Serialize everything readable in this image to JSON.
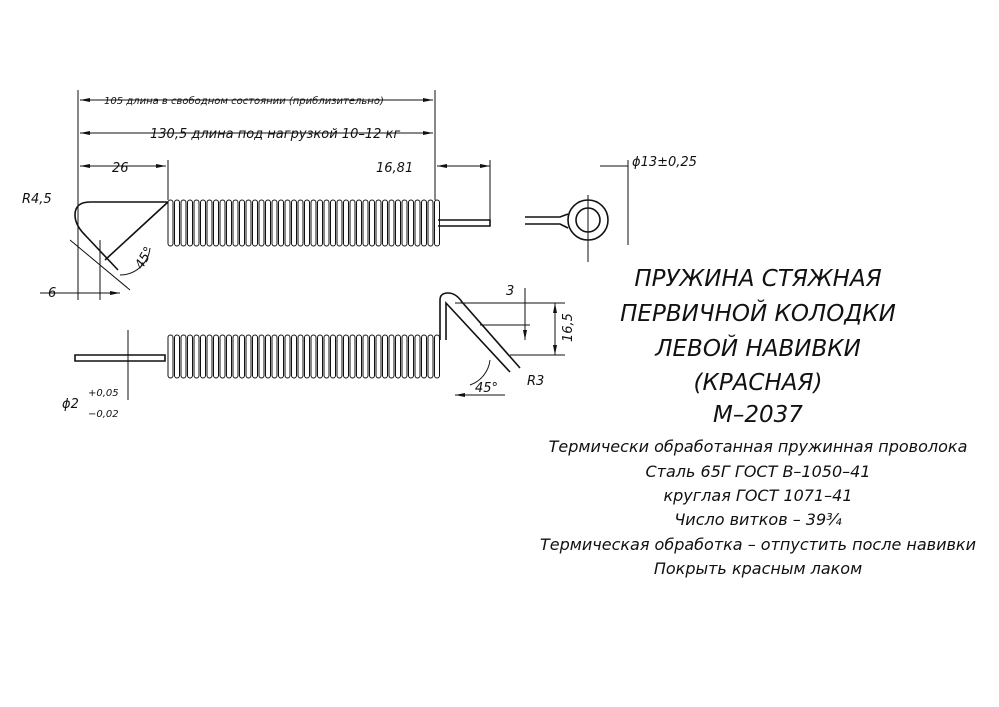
{
  "dimensions": {
    "free_length": "105 длина в свободном состоянии (приблизительно)",
    "loaded_length": "130,5 длина под нагрузкой 10–12 кг",
    "hook_length": "26",
    "end_length": "16,81",
    "radius_left": "R4,5",
    "angle_left": "45°",
    "offset": "6",
    "eye_diameter": "ϕ13±0,25",
    "gap": "3",
    "hook_height": "16,5",
    "angle_right": "45°",
    "radius_right": "R3",
    "wire_diameter": "ϕ2",
    "tol_upper": "+0,05",
    "tol_lower": "−0,02"
  },
  "title": [
    "ПРУЖИНА СТЯЖНАЯ",
    "ПЕРВИЧНОЙ КОЛОДКИ",
    "ЛЕВОЙ НАВИВКИ",
    "(КРАСНАЯ)",
    "М–2037"
  ],
  "specs": [
    "Термически обработанная пружинная проволока",
    "Сталь 65Г ГОСТ В–1050–41",
    "круглая ГОСТ 1071–41",
    "Число витков – 39¾",
    "Термическая обработка – отпустить после навивки",
    "Покрыть красным лаком"
  ]
}
